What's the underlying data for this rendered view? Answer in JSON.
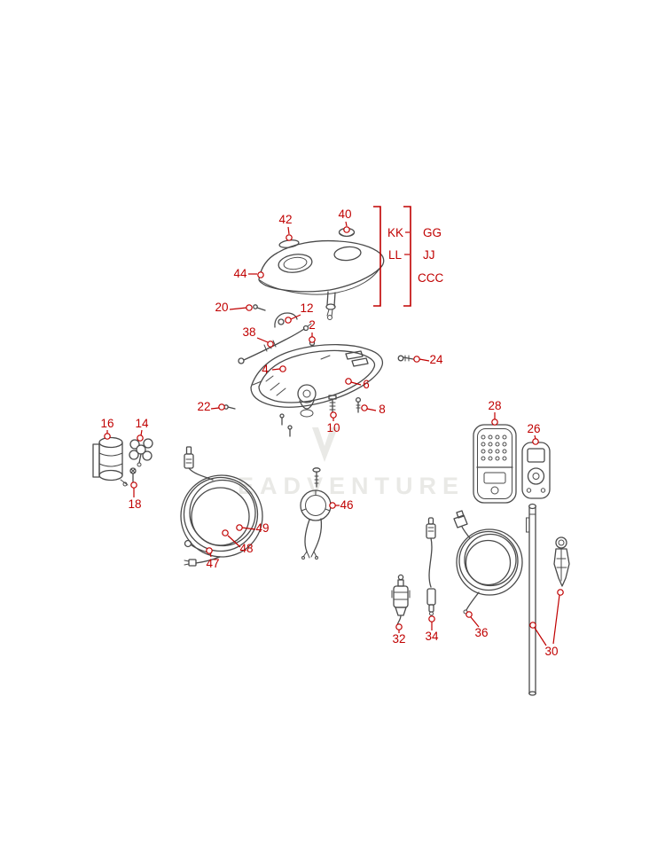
{
  "page": {
    "colors": {
      "callout_red": "#c00000",
      "art_gray": "#4a4a4a",
      "watermark_gray": "#e9e9e6"
    }
  },
  "watermark": {
    "text": "EADVENTURE"
  },
  "group_labels": {
    "kk": {
      "label": "KK"
    },
    "gg": {
      "label": "GG"
    },
    "ll": {
      "label": "LL"
    },
    "jj": {
      "label": "JJ"
    },
    "ccc": {
      "label": "CCC"
    }
  },
  "callouts": {
    "n2": {
      "label": "2"
    },
    "n4": {
      "label": "4"
    },
    "n6": {
      "label": "6"
    },
    "n8": {
      "label": "8"
    },
    "n10": {
      "label": "10"
    },
    "n12": {
      "label": "12"
    },
    "n14": {
      "label": "14"
    },
    "n16": {
      "label": "16"
    },
    "n18": {
      "label": "18"
    },
    "n20": {
      "label": "20"
    },
    "n22": {
      "label": "22"
    },
    "n24": {
      "label": "24"
    },
    "n26": {
      "label": "26"
    },
    "n28": {
      "label": "28"
    },
    "n30": {
      "label": "30"
    },
    "n32": {
      "label": "32"
    },
    "n34": {
      "label": "34"
    },
    "n36": {
      "label": "36"
    },
    "n38": {
      "label": "38"
    },
    "n40": {
      "label": "40"
    },
    "n42": {
      "label": "42"
    },
    "n44": {
      "label": "44"
    },
    "n46": {
      "label": "46"
    },
    "n47": {
      "label": "47"
    },
    "n48": {
      "label": "48"
    },
    "n49": {
      "label": "49"
    }
  }
}
